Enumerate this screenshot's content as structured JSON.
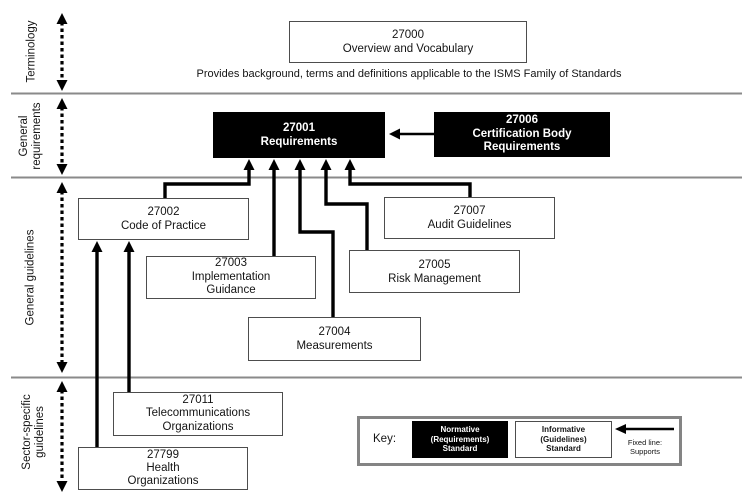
{
  "diagram_title": "ISMS Family of Standards",
  "caption": "Provides background, terms and definitions applicable to the ISMS Family of Standards",
  "sections": [
    {
      "name": "terminology",
      "label": [
        "Terminology"
      ]
    },
    {
      "name": "general-requirements",
      "label": [
        "General",
        "requirements"
      ]
    },
    {
      "name": "general-guidelines",
      "label": [
        "General guidelines"
      ]
    },
    {
      "name": "sector-specific-guidelines",
      "label": [
        "Sector-specific",
        "guidelines"
      ]
    }
  ],
  "nodes": {
    "27000": {
      "code": "27000",
      "label": [
        "Overview and Vocabulary"
      ],
      "type": "informative",
      "section": "terminology"
    },
    "27001": {
      "code": "27001",
      "label": [
        "Requirements"
      ],
      "type": "normative",
      "section": "general-requirements"
    },
    "27006": {
      "code": "27006",
      "label": [
        "Certification Body",
        "Requirements"
      ],
      "type": "normative",
      "section": "general-requirements"
    },
    "27002": {
      "code": "27002",
      "label": [
        "Code of Practice"
      ],
      "type": "informative",
      "section": "general-guidelines"
    },
    "27003": {
      "code": "27003",
      "label": [
        "Implementation",
        "Guidance"
      ],
      "type": "informative",
      "section": "general-guidelines"
    },
    "27004": {
      "code": "27004",
      "label": [
        "Measurements"
      ],
      "type": "informative",
      "section": "general-guidelines"
    },
    "27005": {
      "code": "27005",
      "label": [
        "Risk Management"
      ],
      "type": "informative",
      "section": "general-guidelines"
    },
    "27007": {
      "code": "27007",
      "label": [
        "Audit Guidelines"
      ],
      "type": "informative",
      "section": "general-guidelines"
    },
    "27011": {
      "code": "27011",
      "label": [
        "Telecommunications",
        "Organizations"
      ],
      "type": "informative",
      "section": "sector-specific-guidelines"
    },
    "27799": {
      "code": "27799",
      "label": [
        "Health",
        "Organizations"
      ],
      "type": "informative",
      "section": "sector-specific-guidelines"
    }
  },
  "edges": [
    {
      "from": "27002",
      "to": "27001",
      "relation": "supports"
    },
    {
      "from": "27003",
      "to": "27001",
      "relation": "supports"
    },
    {
      "from": "27004",
      "to": "27001",
      "relation": "supports"
    },
    {
      "from": "27005",
      "to": "27001",
      "relation": "supports"
    },
    {
      "from": "27007",
      "to": "27001",
      "relation": "supports"
    },
    {
      "from": "27006",
      "to": "27001",
      "relation": "supports"
    },
    {
      "from": "27011",
      "to": "27002",
      "relation": "supports"
    },
    {
      "from": "27799",
      "to": "27002",
      "relation": "supports"
    }
  ],
  "key": {
    "label": "Key:",
    "normative": [
      "Normative",
      "(Requirements)",
      "Standard"
    ],
    "informative": [
      "Informative",
      "(Guidelines)",
      "Standard"
    ],
    "arrow_note": [
      "Fixed line:",
      "Supports"
    ]
  },
  "colors": {
    "normative_bg": "#000000",
    "normative_text": "#ffffff",
    "informative_bg": "#ffffff",
    "box_border": "#4d4d4d",
    "separator_gray": "#8a8a8a",
    "key_border_gray": "#848484",
    "arrow_black": "#000000"
  }
}
